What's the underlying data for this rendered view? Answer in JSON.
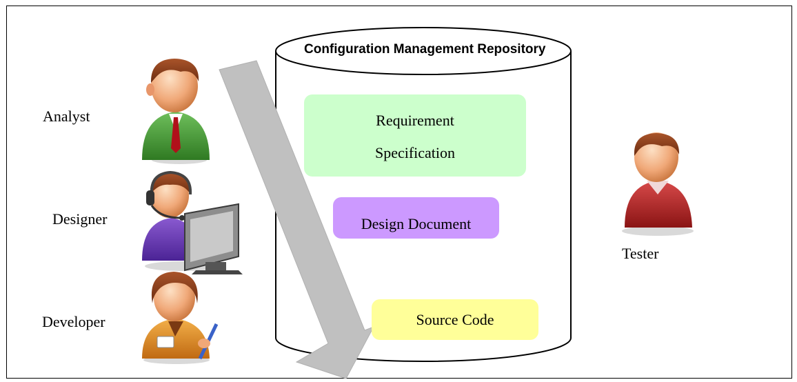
{
  "repository": {
    "title": "Configuration Management Repository"
  },
  "documents": {
    "requirement_line1": "Requirement",
    "requirement_line2": "Specification",
    "design": "Design Document",
    "source": "Source Code"
  },
  "roles": {
    "analyst": "Analyst",
    "designer": "Designer",
    "developer": "Developer",
    "tester": "Tester"
  },
  "colors": {
    "requirement_fill": "#ccffcc",
    "design_fill": "#cc99ff",
    "source_fill": "#ffff99",
    "arrow_fill": "#c0c0c0"
  }
}
